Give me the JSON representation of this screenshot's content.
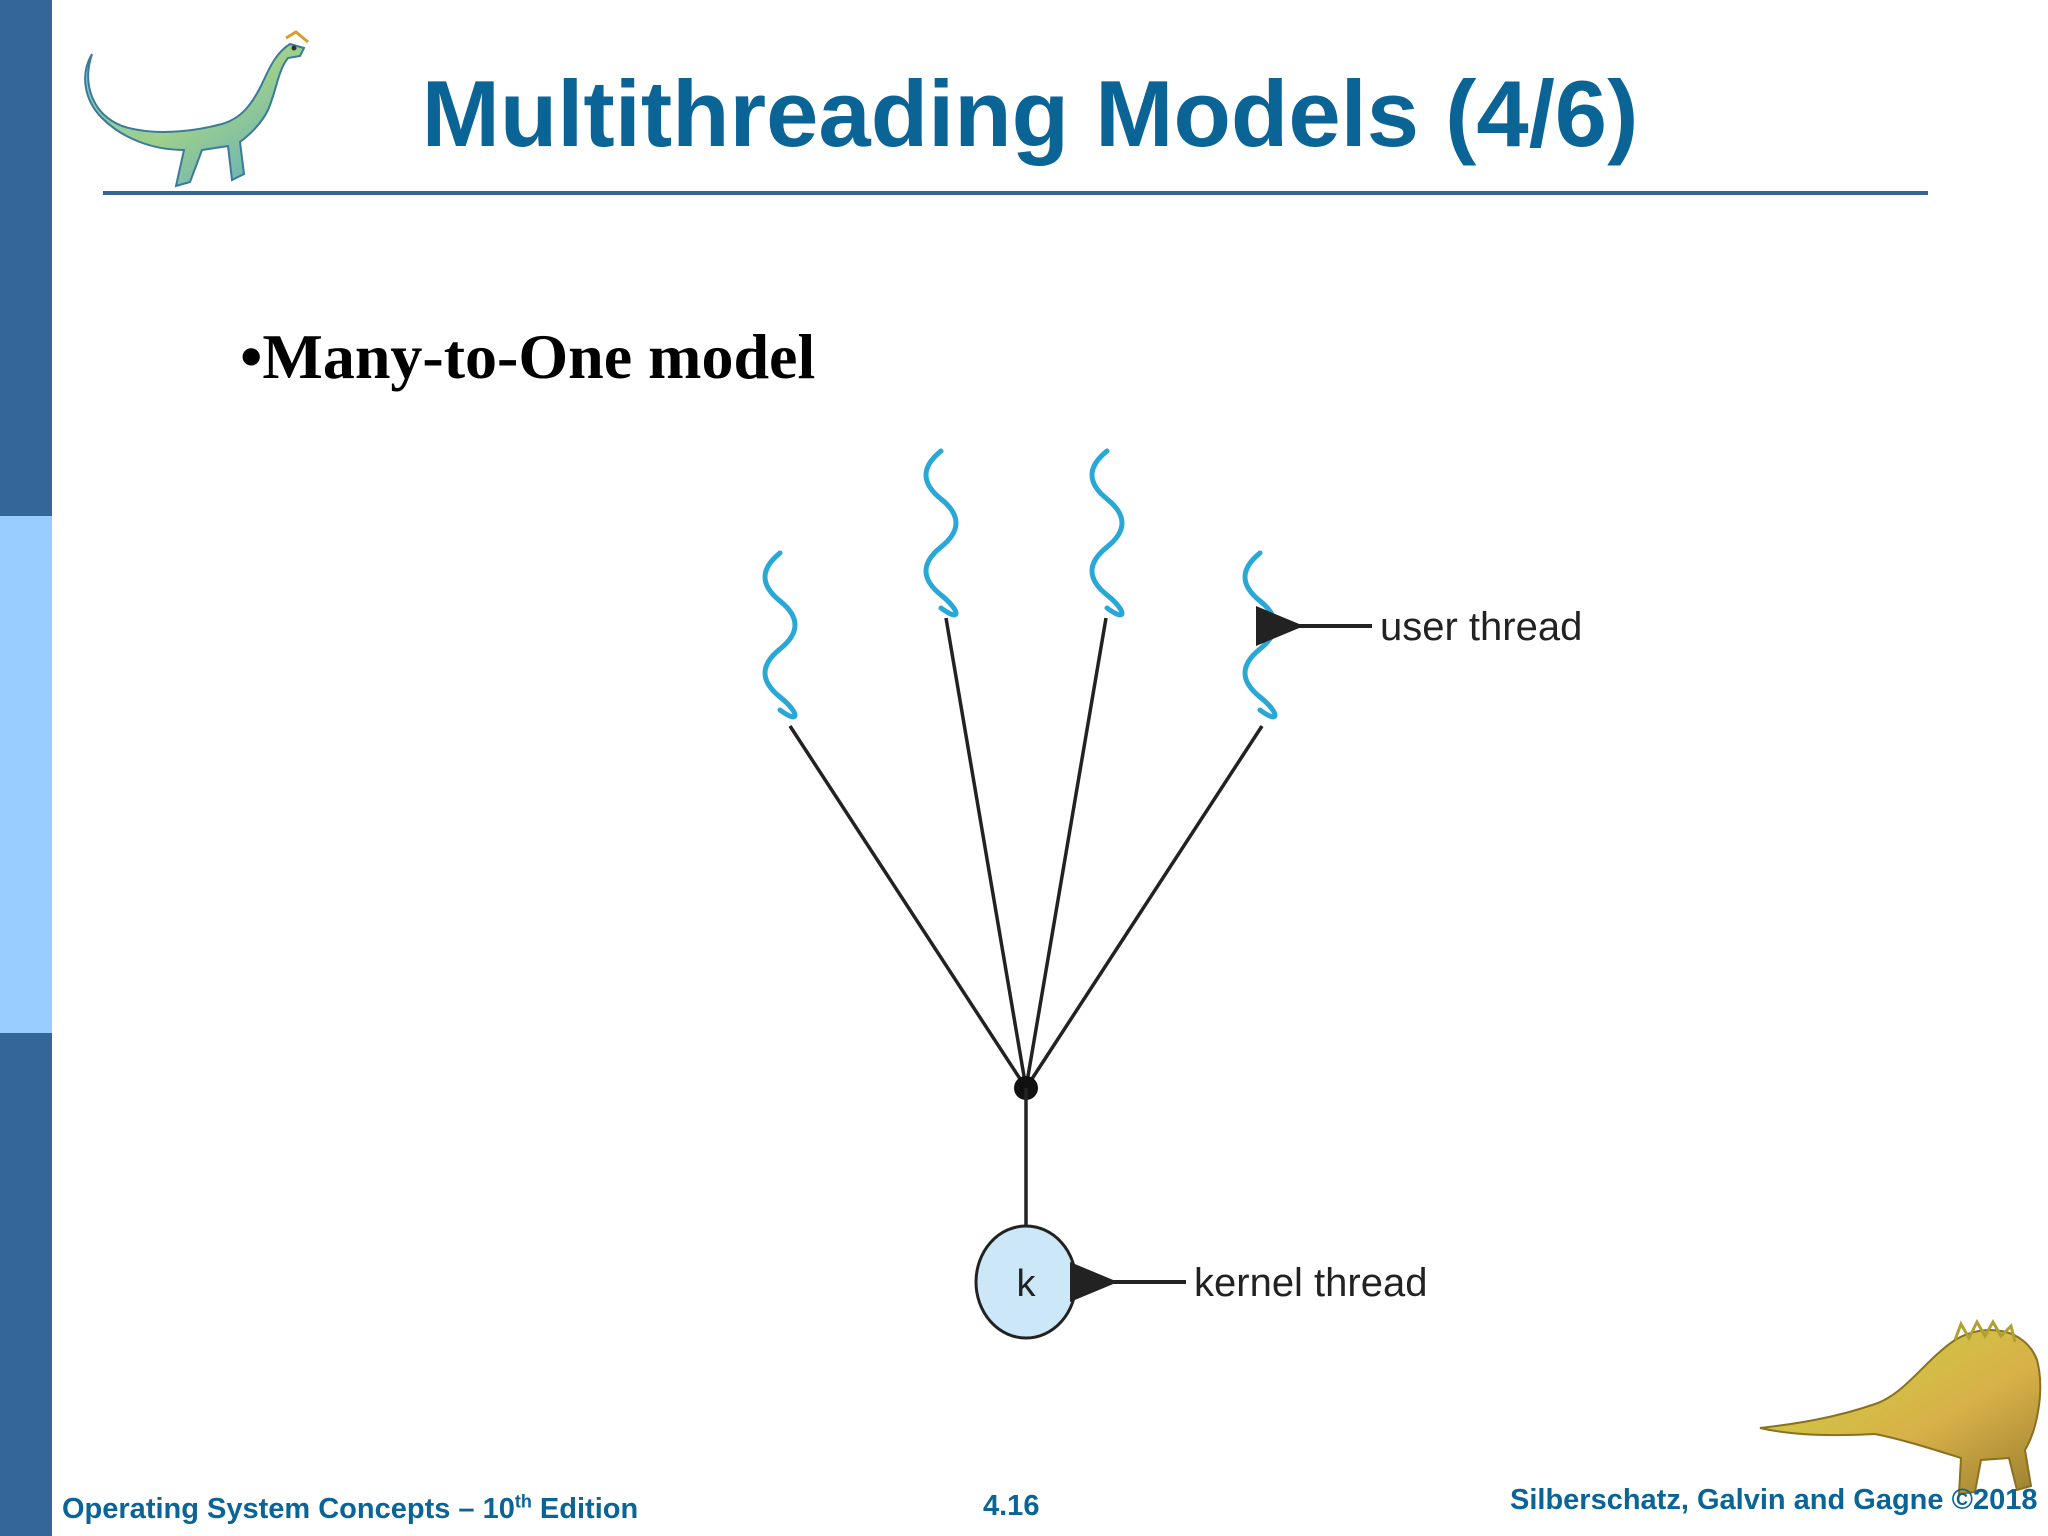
{
  "title": "Multithreading Models (4/6)",
  "bullet": "•Many-to-One model",
  "diagram": {
    "user_thread_label": "user thread",
    "kernel_thread_label": "kernel thread",
    "kernel_node_label": "k",
    "user_thread_count": 4,
    "colors": {
      "thread_wave": "#29a8d8",
      "kernel_fill": "#cce8f8",
      "lines": "#222222"
    }
  },
  "footer": {
    "left_prefix": "Operating System Concepts – 10",
    "left_sup": "th",
    "left_suffix": " Edition",
    "page": "4.16",
    "right": "Silberschatz, Galvin and Gagne ©2018"
  },
  "colors": {
    "title": "#0a6496",
    "sidebar_dark": "#34669a",
    "sidebar_light": "#99ccff"
  }
}
